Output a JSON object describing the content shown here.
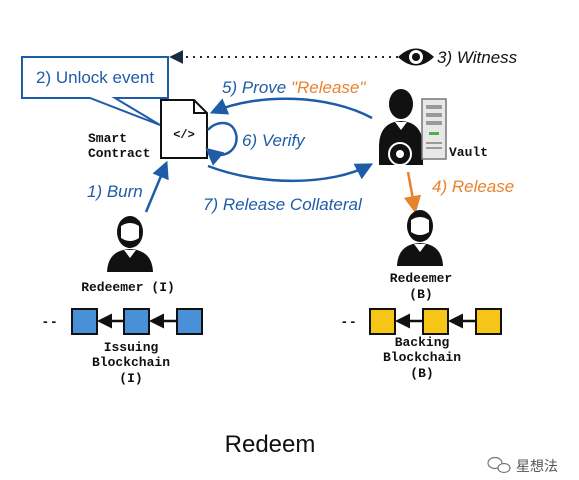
{
  "colors": {
    "blue": "#1f5ca8",
    "orange": "#e8822d",
    "block_blue": "#4a90d9",
    "block_yellow": "#f5c518",
    "black": "#111111"
  },
  "labels": {
    "unlock_event": "2) Unlock event",
    "witness": "3) Witness",
    "prove_prefix": "5) Prove ",
    "prove_release": "\"Release\"",
    "verify": "6) Verify",
    "burn": "1) Burn",
    "release_collateral": "7) Release Collateral",
    "release": "4) Release",
    "smart_contract_1": "Smart",
    "smart_contract_2": "Contract",
    "code_glyph": "</>",
    "vault": "Vault",
    "redeemer_i": "Redeemer (I)",
    "redeemer_b_1": "Redeemer",
    "redeemer_b_2": "(B)",
    "issuing_1": "Issuing",
    "issuing_2": "Blockchain",
    "issuing_3": "(I)",
    "backing_1": "Backing",
    "backing_2": "Blockchain",
    "backing_3": "(B)",
    "chain_dots_left": "- -",
    "chain_dots_right": "- -"
  },
  "caption": "Redeem",
  "watermark": "星想法"
}
